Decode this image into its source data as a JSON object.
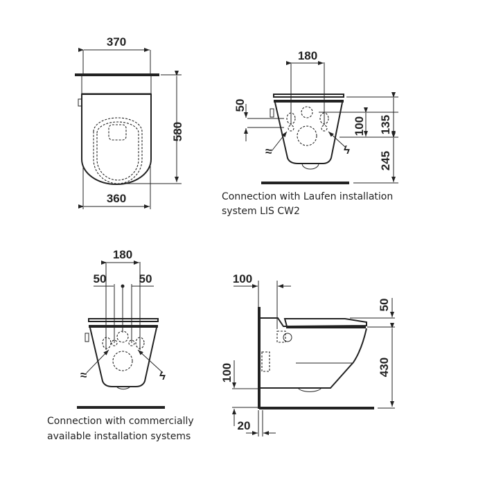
{
  "views": {
    "top": {
      "width_top": "370",
      "width_bottom": "360",
      "length": "580"
    },
    "front_lis": {
      "spacing": "180",
      "offset_50": "50",
      "offset_100": "100",
      "height_135": "135",
      "height_245": "245",
      "caption_line1": "Connection with Laufen installation",
      "caption_line2": "system LIS CW2",
      "icons": {
        "water": "≈",
        "power": "ϟ"
      }
    },
    "front_commercial": {
      "spacing": "180",
      "left_50": "50",
      "right_50": "50",
      "caption_line1": "Connection with commercially",
      "caption_line2": "available installation systems",
      "icons": {
        "water": "≈",
        "power": "ϟ"
      }
    },
    "side": {
      "offset_100": "100",
      "seat_50": "50",
      "height_430": "430",
      "low_100": "100",
      "wall_20": "20"
    }
  }
}
